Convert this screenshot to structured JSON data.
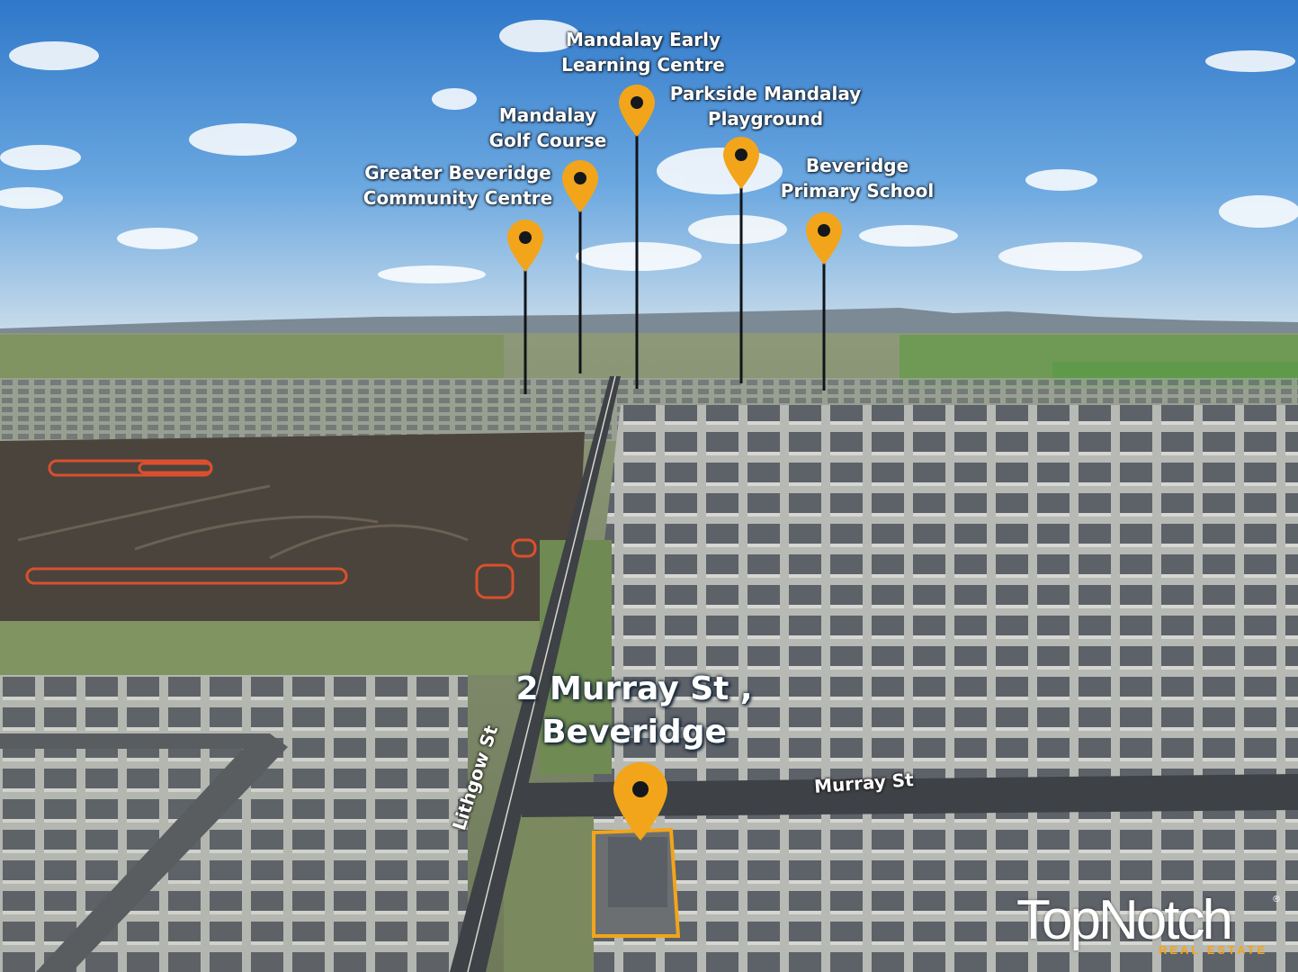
{
  "points_of_interest": [
    {
      "id": "community-centre",
      "line1": "Greater Beveridge",
      "line2": "Community Centre"
    },
    {
      "id": "golf-course",
      "line1": "Mandalay",
      "line2": "Golf Course"
    },
    {
      "id": "early-learning",
      "line1": "Mandalay Early",
      "line2": "Learning Centre"
    },
    {
      "id": "playground",
      "line1": "Parkside Mandalay",
      "line2": "Playground"
    },
    {
      "id": "primary-school",
      "line1": "Beveridge",
      "line2": "Primary School"
    }
  ],
  "property": {
    "address_line1": "2 Murray St ,",
    "address_line2": "Beveridge"
  },
  "streets": {
    "murray": "Murray St",
    "lithgow": "Lithgow St"
  },
  "branding": {
    "logo": "TopNotch",
    "logo_sub": "REAL ESTATE",
    "reg_mark": "®"
  },
  "icons": {
    "pin": "map-pin-icon"
  },
  "colors": {
    "pin": "#f2a51a",
    "pin_inner": "#14181c",
    "highlight": "#f2a51a",
    "sky_top": "#2f78c9",
    "label": "#ffffff"
  }
}
